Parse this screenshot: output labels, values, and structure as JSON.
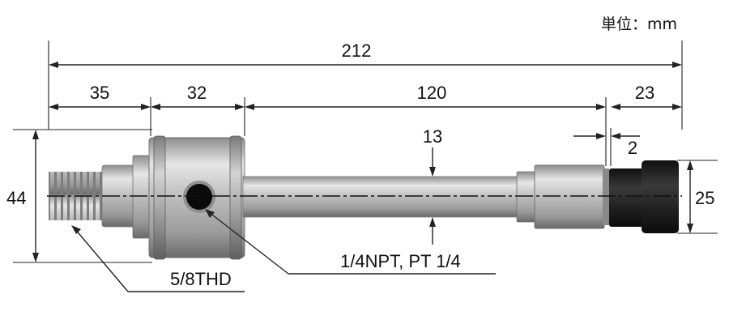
{
  "unit_label": "単位：mm",
  "dimensions": {
    "overall": "212",
    "seg1": "35",
    "seg2": "32",
    "seg3": "120",
    "seg4": "23",
    "shaft_dia": "13",
    "gap": "2",
    "body_dia": "44",
    "end_dia": "25"
  },
  "callouts": {
    "port": "1/4NPT, PT 1/4",
    "thread": "5/8THD"
  },
  "colors": {
    "metal_light": "#d9d9d9",
    "metal_mid": "#a8a8a8",
    "metal_dark": "#6e6e6e",
    "cap_black": "#1c1c1c",
    "line": "#222222"
  }
}
